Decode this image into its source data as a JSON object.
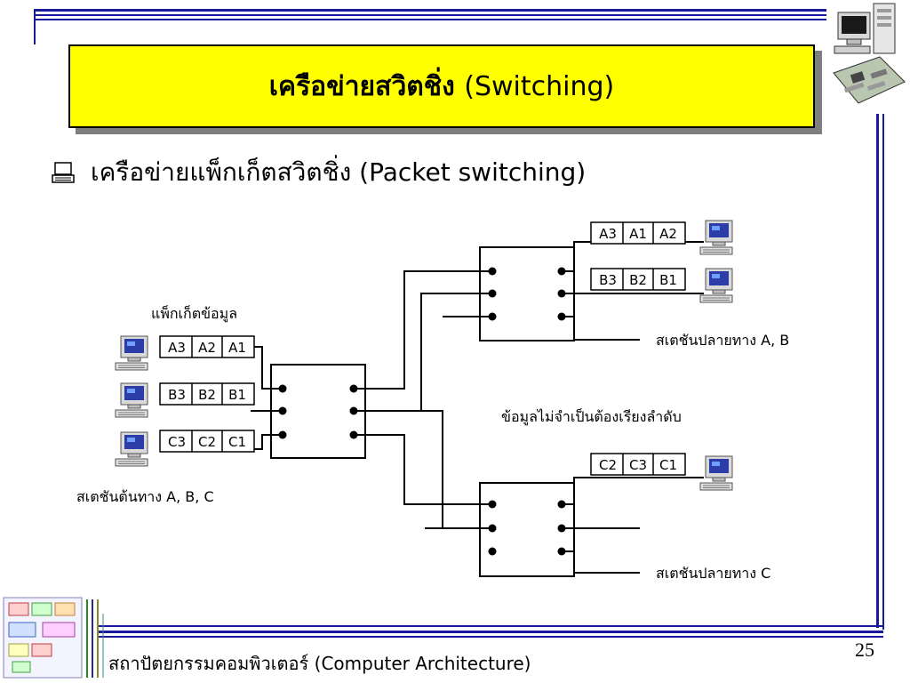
{
  "title": {
    "thai": "เครือข่ายสวิตชิ่ง",
    "latin": "(Switching)"
  },
  "bullet": {
    "text": "เครือข่ายแพ็กเก็ตสวิตชิ่ง (Packet switching)"
  },
  "diagram": {
    "label_packets": "แพ็กเก็ตข้อมูล",
    "label_source": "สเตชันต้นทาง A, B, C",
    "label_dest_ab": "สเตชันปลายทาง A, B",
    "label_no_order": "ข้อมูลไม่จำเป็นต้องเรียงลำดับ",
    "label_dest_c": "สเตชันปลายทาง C",
    "packet_rows": [
      {
        "id": "src-a",
        "cells": [
          "A3",
          "A2",
          "A1"
        ]
      },
      {
        "id": "src-b",
        "cells": [
          "B3",
          "B2",
          "B1"
        ]
      },
      {
        "id": "src-c",
        "cells": [
          "C3",
          "C2",
          "C1"
        ]
      },
      {
        "id": "dest-a",
        "cells": [
          "A3",
          "A1",
          "A2"
        ]
      },
      {
        "id": "dest-b",
        "cells": [
          "B3",
          "B2",
          "B1"
        ]
      },
      {
        "id": "dest-c",
        "cells": [
          "C2",
          "C3",
          "C1"
        ]
      }
    ]
  },
  "footer": {
    "text": "สถาปัตยกรรมคอมพิวเตอร์ (Computer Architecture)"
  },
  "page_number": "25",
  "colors": {
    "frame": "#1a1a9c",
    "title_bg": "#ffff00",
    "title_shadow": "#7f7f7f"
  },
  "icons": [
    "computer-tower-icon",
    "motherboard-icon",
    "keyboard-icon",
    "computer-terminal-icon",
    "architecture-diagram-icon"
  ]
}
